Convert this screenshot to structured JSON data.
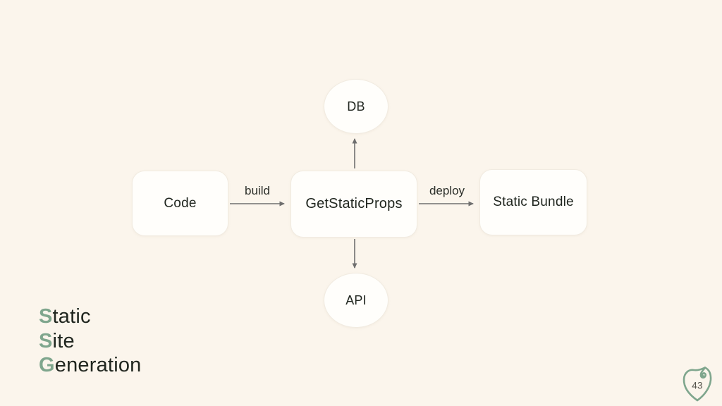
{
  "theme": {
    "bg": "#FBF5EC",
    "card_bg": "#FFFEFB",
    "card_border": "#F1EBE1",
    "text_dark": "#20261F",
    "arrow_gray": "#6F6F6F",
    "accent_green": "#7FA68D",
    "page_num": "#55534B"
  },
  "diagram": {
    "nodes": [
      {
        "id": "db",
        "label": "DB",
        "shape": "circle"
      },
      {
        "id": "code",
        "label": "Code",
        "shape": "rect"
      },
      {
        "id": "getstaticprops",
        "label": "GetStaticProps",
        "shape": "rect"
      },
      {
        "id": "static-bundle",
        "label": "Static Bundle",
        "shape": "rect"
      },
      {
        "id": "api",
        "label": "API",
        "shape": "circle"
      }
    ],
    "edges": [
      {
        "from": "getstaticprops",
        "to": "db",
        "label": "",
        "direction": "up"
      },
      {
        "from": "code",
        "to": "getstaticprops",
        "label": "build",
        "direction": "right"
      },
      {
        "from": "getstaticprops",
        "to": "static-bundle",
        "label": "deploy",
        "direction": "right"
      },
      {
        "from": "getstaticprops",
        "to": "api",
        "label": "",
        "direction": "down"
      }
    ]
  },
  "title": {
    "lines": [
      {
        "highlight": "S",
        "rest": "tatic"
      },
      {
        "highlight": "S",
        "rest": "ite"
      },
      {
        "highlight": "G",
        "rest": "eneration"
      }
    ]
  },
  "footer": {
    "page_number": "43",
    "logo": "leaf-spiral-logo"
  }
}
